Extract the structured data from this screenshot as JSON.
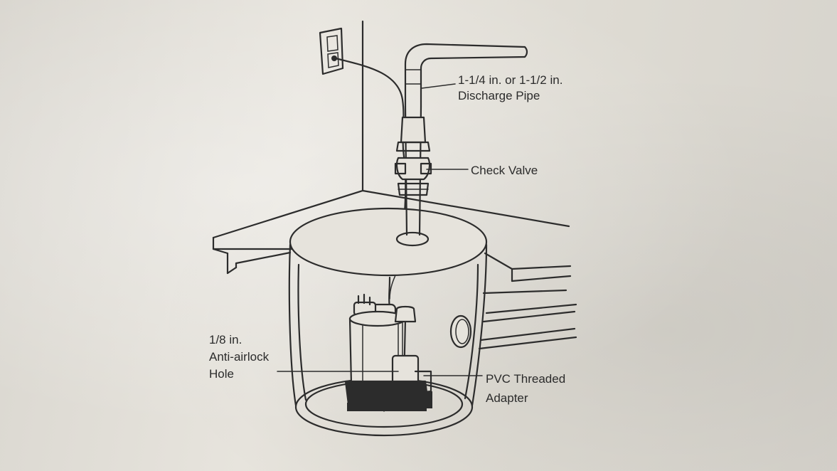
{
  "labels": {
    "discharge_pipe": [
      "1-1/4 in. or 1-1/2 in.",
      "Discharge Pipe"
    ],
    "check_valve": "Check Valve",
    "anti_airlock_hole": [
      "1/8 in.",
      "Anti-airlock",
      "Hole"
    ],
    "pvc_adapter": [
      "PVC Threaded",
      "Adapter"
    ]
  },
  "colors": {
    "paper": "#e4e1da",
    "ink": "#2c2c2c"
  }
}
